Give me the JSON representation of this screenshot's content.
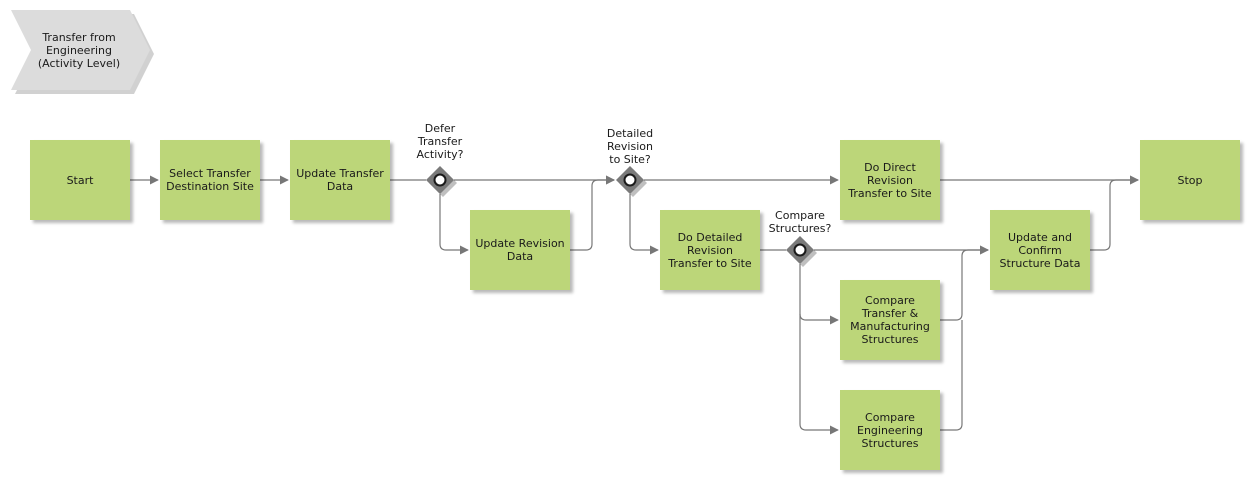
{
  "diagram": {
    "header": {
      "label": "Transfer from\nEngineering\n(Activity Level)"
    },
    "nodes": {
      "start": "Start",
      "select_site": "Select Transfer\nDestination Site",
      "update_transfer_data": "Update Transfer\nData",
      "update_revision_data": "Update Revision\nData",
      "detailed_transfer": "Do Detailed\nRevision\nTransfer to Site",
      "direct_transfer": "Do Direct\nRevision\nTransfer to Site",
      "compare_transfer_mfg": "Compare\nTransfer &\nManufacturing\nStructures",
      "compare_engineering": "Compare\nEngineering\nStructures",
      "update_confirm": "Update and\nConfirm\nStructure Data",
      "stop": "Stop"
    },
    "gateways": {
      "defer": "Defer\nTransfer\nActivity?",
      "detailed": "Detailed\nRevision\nto Site?",
      "compare": "Compare\nStructures?"
    },
    "colors": {
      "activity_fill": "#bcd679",
      "gateway_fill": "#7a7a7a",
      "header_fill": "#dcdcdc",
      "connector": "#777777"
    }
  }
}
